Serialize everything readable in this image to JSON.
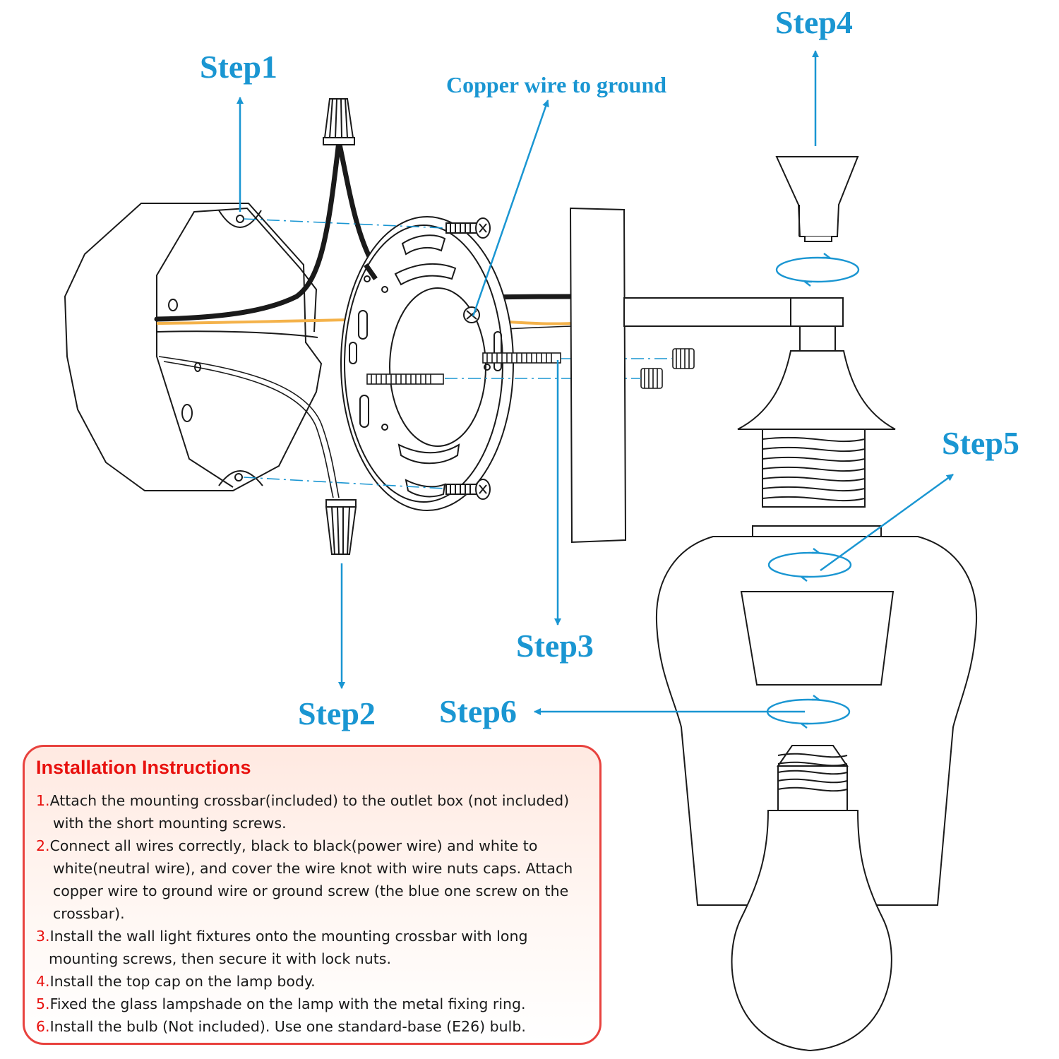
{
  "labels": {
    "step1": "Step1",
    "step2": "Step2",
    "step3": "Step3",
    "step4": "Step4",
    "step5": "Step5",
    "step6": "Step6",
    "copper": "Copper wire to ground"
  },
  "panel": {
    "title": "Installation Instructions",
    "items": [
      {
        "num": "1.",
        "line1": "Attach the mounting crossbar(included) to the outlet box (not included)",
        "cont": [
          "with the short mounting screws."
        ]
      },
      {
        "num": "2.",
        "line1": "Connect all wires correctly, black to black(power wire) and white to",
        "cont": [
          "white(neutral wire), and cover the wire knot with wire nuts caps. Attach",
          "copper wire to ground wire or ground screw (the blue one screw on the",
          "crossbar)."
        ]
      },
      {
        "num": "3.",
        "line1": "Install the wall light fixtures onto the mounting crossbar with long",
        "cont": [
          "mounting screws, then secure it with lock nuts."
        ]
      },
      {
        "num": "4.",
        "line1": "Install the top cap on the lamp body.",
        "cont": []
      },
      {
        "num": "5.",
        "line1": "Fixed the glass lampshade on the lamp with the metal fixing ring.",
        "cont": []
      },
      {
        "num": "6.",
        "line1": "Install the bulb (Not included). Use one standard-base (E26) bulb.",
        "cont": []
      }
    ]
  },
  "colors": {
    "accent_blue": "#1a96d2",
    "title_red": "#e8110e",
    "panel_border": "#e8423e",
    "copper_wire": "#f4b24a"
  }
}
